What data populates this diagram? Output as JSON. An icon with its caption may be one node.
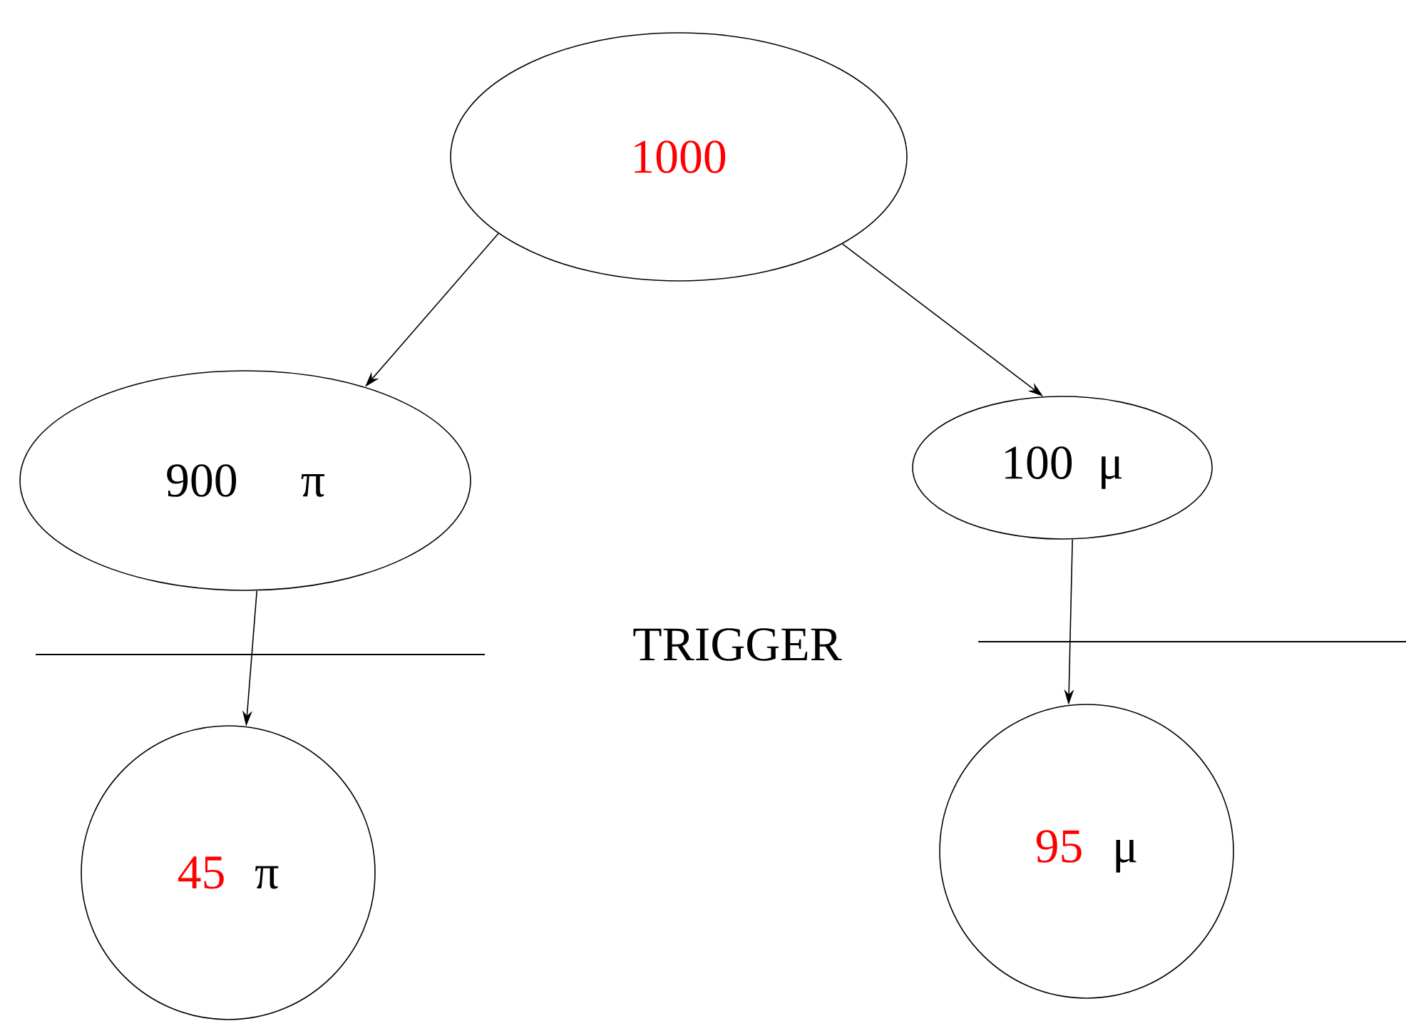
{
  "diagram": {
    "nodes": [
      {
        "text": [
          "1000"
        ]
      },
      {
        "text": [
          "900",
          "π"
        ]
      },
      {
        "text": [
          "100",
          "μ"
        ]
      },
      {
        "text": [
          "45",
          "π"
        ]
      },
      {
        "text": [
          "95",
          "μ"
        ]
      }
    ],
    "edges": [
      {
        "from": 0,
        "to": 1,
        "arrow": "to"
      },
      {
        "from": 0,
        "to": 2,
        "arrow": "to"
      },
      {
        "from": 1,
        "to": 3,
        "arrow": "to"
      },
      {
        "from": 2,
        "to": 4,
        "arrow": "to"
      }
    ],
    "labels": [
      "TRIGGER"
    ]
  }
}
